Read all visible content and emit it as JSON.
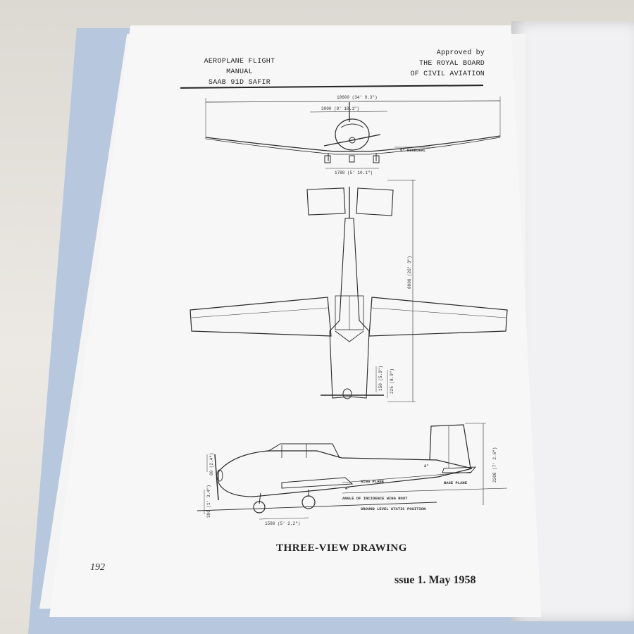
{
  "header": {
    "left_lines": [
      "AEROPLANE FLIGHT",
      "MANUAL",
      "SAAB 91D SAFIR"
    ],
    "right_lines": [
      "Approved by",
      "THE ROYAL BOARD",
      "OF CIVIL AVIATION"
    ]
  },
  "drawing": {
    "front_view": {
      "span": "10600 (34' 9.3\")",
      "half_span": "3000 (9' 10.1\")",
      "dihedral": "5° DIHEDRAL",
      "track": "1780 (5' 10.1\")"
    },
    "top_view": {
      "length": "8000 (26' 3\")",
      "dim_a": "150 (5.9\")",
      "dim_b": "225 (8.9\")"
    },
    "side_view": {
      "prop_dim": "60 (2.4\")",
      "wing_plane": "WING PLANE",
      "angle_label": "ANGLE OF INCIDENCE WING ROOT",
      "angle_value": "4°",
      "base_plane": "BASE PLANE",
      "tail_angle": "2°",
      "ground_label": "GROUND LEVEL STATIC POSITION",
      "height": "2200 (7' 2.6\")",
      "wheel_height": "390 (1' 3.4\")",
      "wheelbase": "1580 (5' 2.2\")"
    }
  },
  "caption": "THREE-VIEW DRAWING",
  "page_number": "192",
  "issue": {
    "prefix": "ssue 1.",
    "date": "May 1958"
  },
  "colors": {
    "binder": "#b7c7dd",
    "paper": "#f7f7f7",
    "ink": "#222222"
  }
}
